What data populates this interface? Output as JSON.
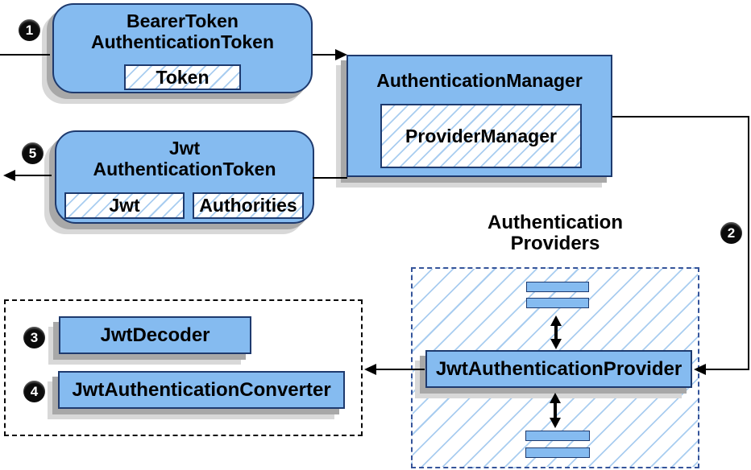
{
  "badges": {
    "step1": "1",
    "step2": "2",
    "step3": "3",
    "step4": "4",
    "step5": "5"
  },
  "nodes": {
    "bearer_token": {
      "title": "BearerToken\nAuthenticationToken",
      "fields": {
        "token": "Token"
      }
    },
    "authentication_manager": {
      "title": "AuthenticationManager",
      "fields": {
        "provider_manager": "ProviderManager"
      }
    },
    "jwt_authentication_token": {
      "title": "Jwt\nAuthenticationToken",
      "fields": {
        "jwt": "Jwt",
        "authorities": "Authorities"
      }
    },
    "jwt_authentication_provider": {
      "title": "JwtAuthenticationProvider"
    },
    "jwt_decoder": {
      "title": "JwtDecoder"
    },
    "jwt_authentication_converter": {
      "title": "JwtAuthenticationConverter"
    }
  },
  "groups": {
    "authentication_providers": {
      "label": "Authentication\nProviders"
    }
  },
  "colors": {
    "node_fill": "#85bbf0",
    "node_border": "#1e3a6e",
    "hatch": "#a9cdf0",
    "container_border": "#35549a",
    "shadow1": "#a8a8a8",
    "shadow2": "#d8d8d8",
    "ink": "#000000",
    "bg": "#ffffff"
  }
}
